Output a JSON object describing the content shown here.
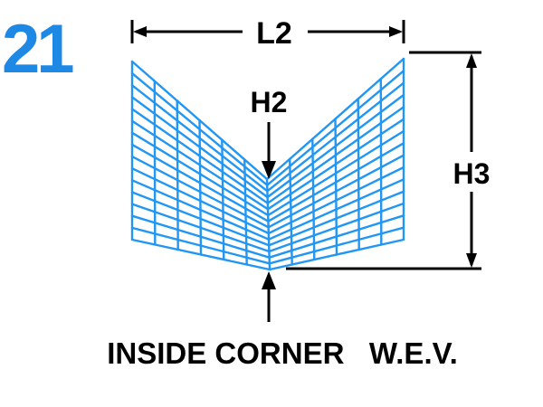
{
  "figure": {
    "number": "21",
    "caption": "INSIDE CORNER   W.E.V.",
    "labels": {
      "width": "L2",
      "center_height": "H2",
      "total_height": "H3"
    }
  },
  "colors": {
    "number": "#1E88E5",
    "grid": "#2196F3",
    "ink": "#000000",
    "background": "#FFFFFF"
  }
}
